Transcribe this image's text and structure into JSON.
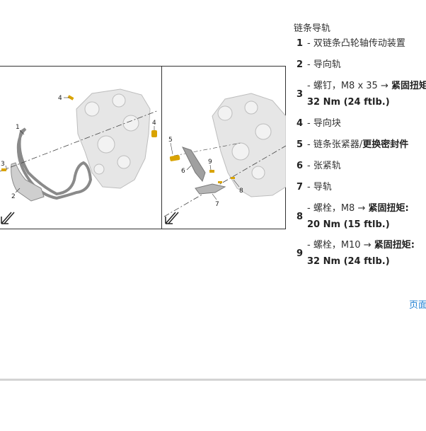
{
  "legend": {
    "title": "链条导轨",
    "items": [
      {
        "num": "1",
        "text": "- 双链条凸轮轴传动装置"
      },
      {
        "num": "2",
        "text": "- 导向轨"
      },
      {
        "num": "3",
        "text": "- 螺钉，M8 x 35 → ",
        "bold": "紧固扭矩:",
        "line2": "32 Nm (24 ftlb.)"
      },
      {
        "num": "4",
        "text": "- 导向块"
      },
      {
        "num": "5",
        "text": "- 链条张紧器/",
        "bold": "更换密封件"
      },
      {
        "num": "6",
        "text": "- 张紧轨"
      },
      {
        "num": "7",
        "text": "- 导轨"
      },
      {
        "num": "8",
        "text": "- 螺栓，M8 → ",
        "bold": "紧固扭矩:",
        "line2": "20 Nm (15 ftlb.)"
      },
      {
        "num": "9",
        "text": "- 螺栓，M10 → ",
        "bold": "紧固扭矩:",
        "line2": "32 Nm (24 ftlb.)"
      }
    ]
  },
  "figure": {
    "callouts_left": [
      "4",
      "4",
      "1",
      "3",
      "2"
    ],
    "callouts_right": [
      "5",
      "9",
      "6",
      "8",
      "7"
    ]
  },
  "link_text": "页面"
}
